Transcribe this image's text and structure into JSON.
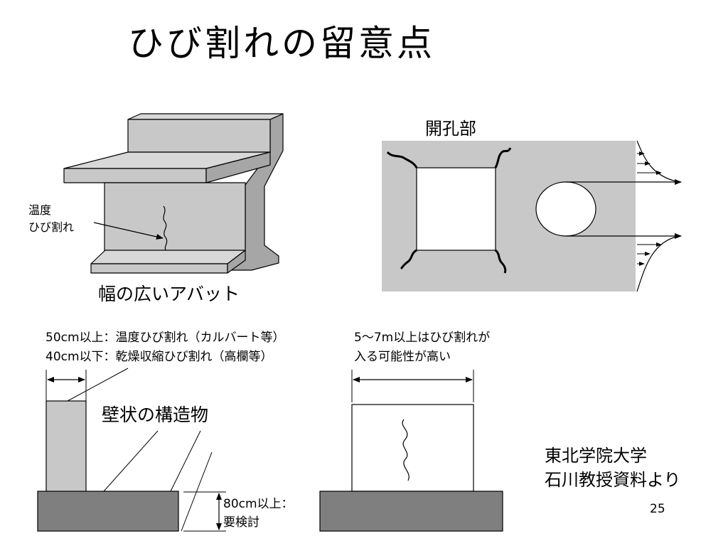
{
  "title": "ひび割れの留意点",
  "abutment": {
    "caption": "幅の広いアバット",
    "crack_label": [
      "温度",
      "ひび割れ"
    ]
  },
  "opening": {
    "caption": "開孔部"
  },
  "wall_notes": [
    "50cm以上：温度ひび割れ（カルバート等）",
    "40cm以下：乾燥収縮ひび割れ（高欄等）"
  ],
  "span_notes": [
    "5～7m以上はひび割れが",
    "入る可能性が高い"
  ],
  "wall": {
    "caption": "壁状の構造物"
  },
  "base_note": [
    "80cm以上：",
    "要検討"
  ],
  "credit": [
    "東北学院大学",
    "石川教授資料より"
  ],
  "page_number": "25",
  "colors": {
    "light_gray": "#d3d3d3",
    "mid_gray": "#c8c8c8",
    "dark_gray": "#a6a6a6",
    "base_gray": "#7f7f7f"
  }
}
